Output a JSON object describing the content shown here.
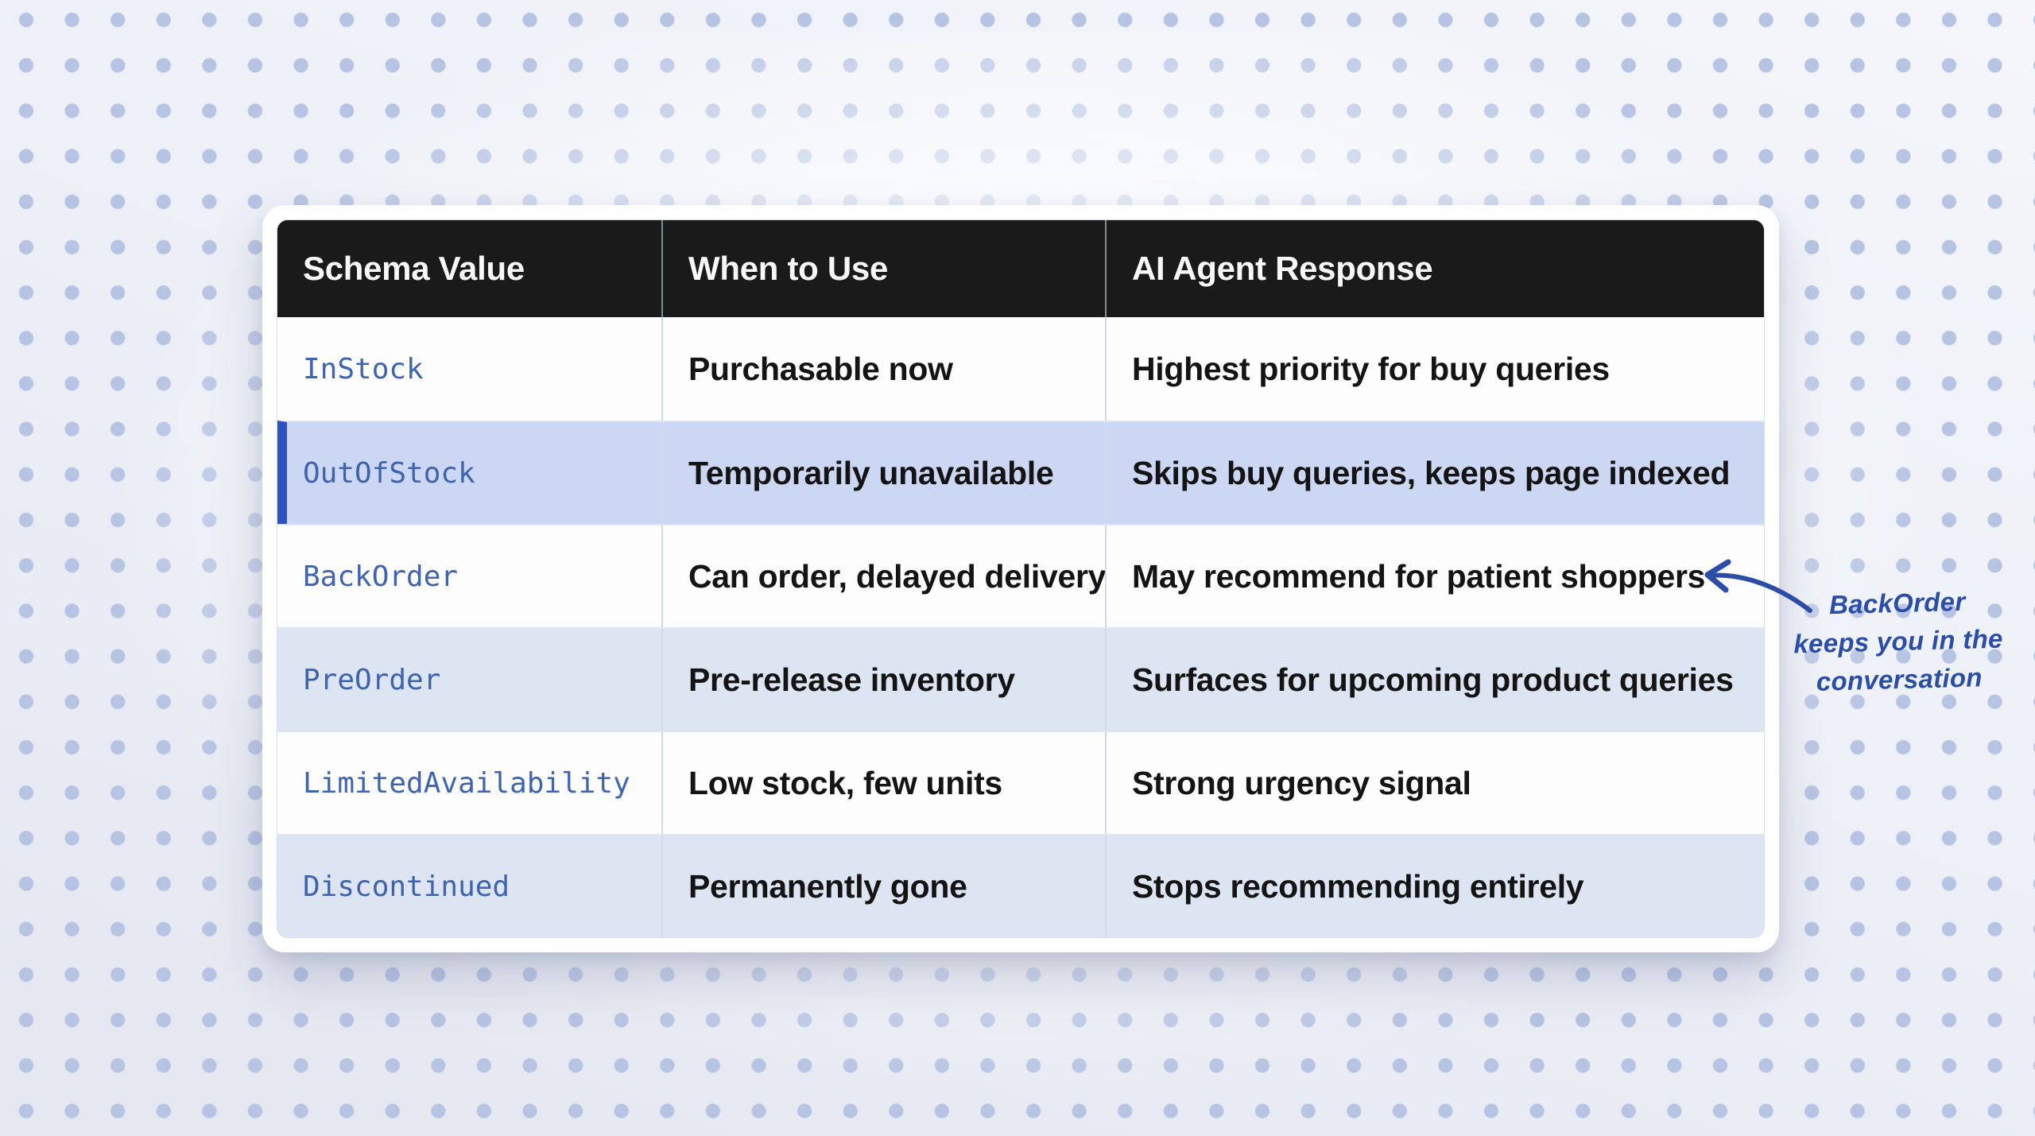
{
  "chart_data": {
    "type": "table",
    "columns": [
      "Schema Value",
      "When to Use",
      "AI Agent Response"
    ],
    "rows": [
      [
        "InStock",
        "Purchasable now",
        "Highest priority for buy queries"
      ],
      [
        "OutOfStock",
        "Temporarily unavailable",
        "Skips buy queries, keeps page indexed"
      ],
      [
        "BackOrder",
        "Can order, delayed delivery",
        "May recommend for patient shoppers"
      ],
      [
        "PreOrder",
        "Pre-release inventory",
        "Surfaces for upcoming product queries"
      ],
      [
        "LimitedAvailability",
        "Low stock, few units",
        "Strong urgency signal"
      ],
      [
        "Discontinued",
        "Permanently gone",
        "Stops recommending entirely"
      ]
    ],
    "highlighted_row": "OutOfStock",
    "annotation": "BackOrder keeps you in the conversation",
    "layout_hints": {
      "header_style": "black bar, white bold text",
      "row_striping": "white / light blue alternating",
      "highlight_style": "periwinkle fill with dark blue left border",
      "annotation_target": "May recommend for patient shoppers (BackOrder row)"
    }
  },
  "annotation": {
    "line1": "BackOrder",
    "line2": "keeps you in the",
    "line3": "conversation",
    "arrow_icon": "curved-arrow-left"
  },
  "colors": {
    "header_bg": "#1a1a1b",
    "header_text": "#f7f7f8",
    "row_white_bg": "#fdfdfe",
    "row_stripe_bg": "#dde5f3",
    "highlight_row_bg": "#cbd7f3",
    "highlight_border": "#2e52c2",
    "schema_value_text": "#3f63ae",
    "body_text": "#141414",
    "annotation_blue": "#2b4da7",
    "background_dot": "#b6c3e2",
    "page_background": "#edf0f7"
  }
}
